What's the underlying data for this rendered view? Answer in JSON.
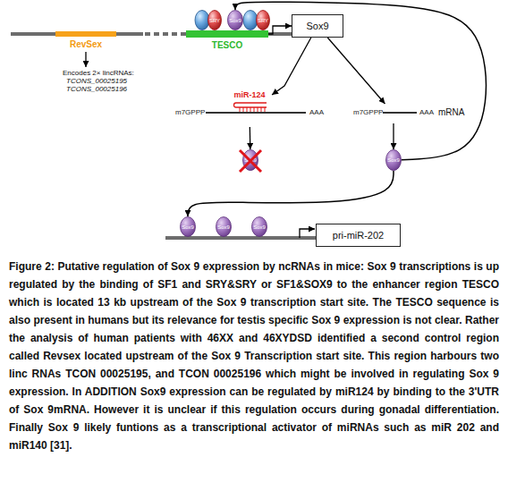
{
  "diagram": {
    "caption": "Figure 2: Putative regulation of Sox 9 expression by ncRNAs in mice: Sox 9 transcriptions is up regulated by the binding of SF1 and SRY&SRY or SF1&SOX9 to the enhancer region TESCO which is located 13 kb upstream of the Sox 9 transcription start site. The TESCO sequence is also present in humans but its relevance for testis specific Sox 9 expression is not clear. Rather the analysis of human patients with 46XX and 46XYDSD identified a second control region called Revsex located upstream of the Sox 9 Transcription start site. This region harbours two linc RNAs TCON 00025195, and TCON 00025196 which might be involved in regulating Sox 9 expression. In ADDITION Sox9 expression can be regulated by miR124 by binding to the 3'UTR of Sox 9mRNA. However it is unclear if this regulation occurs during gonadal differentiation. Finally Sox 9 likely funtions as a transcriptional activator of miRNAs such as miR 202 and miR140 [31].",
    "nodes": [
      {
        "text": [
          "RevSex"
        ]
      },
      {
        "text": [
          "SRY"
        ]
      },
      {
        "text": [
          "Sox9"
        ]
      },
      {
        "text": [
          "SRY"
        ]
      },
      {
        "text": [
          "TESCO"
        ]
      },
      {
        "text": [
          "Sox9"
        ]
      },
      {
        "text": [
          "m7GPPP",
          "miR-124",
          "AAA"
        ]
      },
      {
        "text": [
          "m7GPPP",
          "AAA"
        ]
      },
      {
        "text": [
          "Sox9"
        ]
      },
      {
        "text": [
          "Sox9"
        ]
      },
      {
        "text": [
          "Sox9"
        ]
      },
      {
        "text": [
          "Sox9"
        ]
      },
      {
        "text": [
          "Sox9"
        ]
      },
      {
        "text": [
          "pri-miR-202"
        ]
      }
    ],
    "edges": [
      {
        "from": 4,
        "to": 5,
        "arrow": "to"
      },
      {
        "from": 5,
        "to": 6,
        "arrow": "to"
      },
      {
        "from": 5,
        "to": 7,
        "arrow": "to"
      },
      {
        "from": 6,
        "to": 8,
        "arrow": "to"
      },
      {
        "from": 7,
        "to": 9,
        "arrow": "to"
      },
      {
        "from": 9,
        "to": 2,
        "arrow": "to"
      },
      {
        "from": 9,
        "to": 10,
        "arrow": "to"
      }
    ],
    "labels": [
      "Encodes 2× lincRNAs:",
      "TCONS_00025195",
      "TCONS_00025196",
      "mRNA"
    ]
  }
}
